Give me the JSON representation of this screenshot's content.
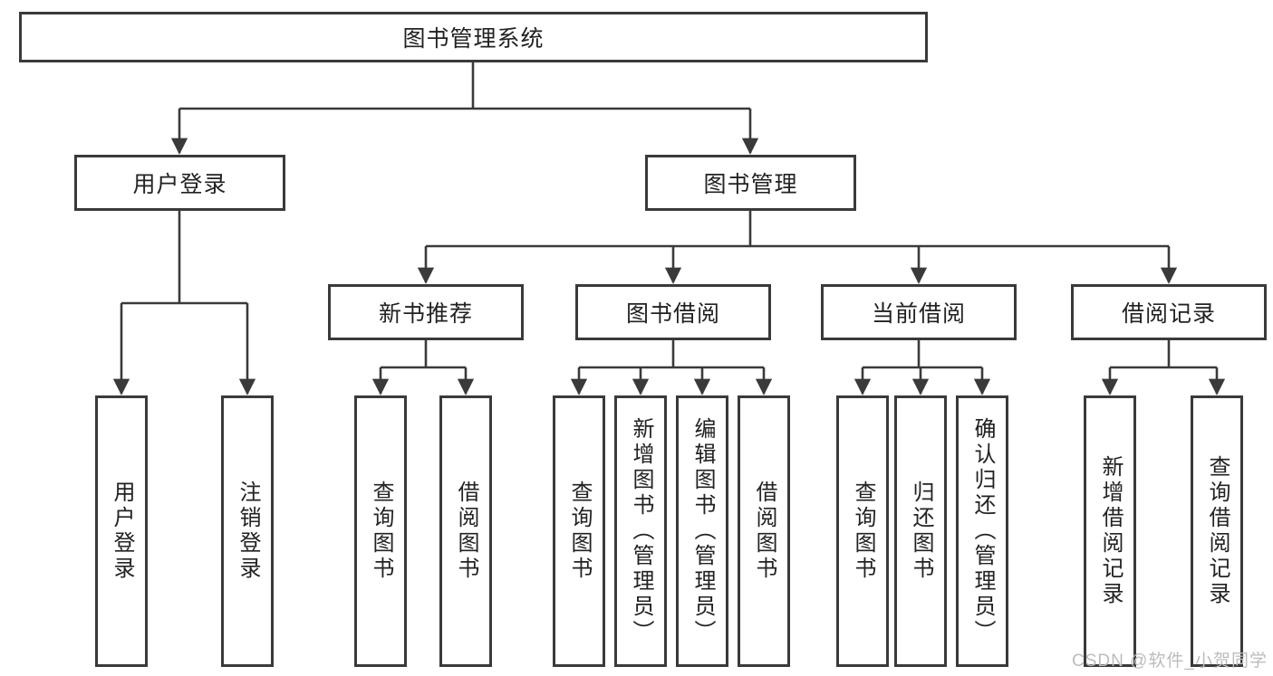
{
  "tree": {
    "label": "图书管理系统",
    "children": [
      {
        "label": "用户登录",
        "children": [
          {
            "label": "用户登录"
          },
          {
            "label": "注销登录"
          }
        ]
      },
      {
        "label": "图书管理",
        "children": [
          {
            "label": "新书推荐",
            "children": [
              {
                "label": "查询图书"
              },
              {
                "label": "借阅图书"
              }
            ]
          },
          {
            "label": "图书借阅",
            "children": [
              {
                "label": "查询图书"
              },
              {
                "label": "新增图书（管理员）"
              },
              {
                "label": "编辑图书（管理员）"
              },
              {
                "label": "借阅图书"
              }
            ]
          },
          {
            "label": "当前借阅",
            "children": [
              {
                "label": "查询图书"
              },
              {
                "label": "归还图书"
              },
              {
                "label": "确认归还（管理员）"
              }
            ]
          },
          {
            "label": "借阅记录",
            "children": [
              {
                "label": "新增借阅记录"
              },
              {
                "label": "查询借阅记录"
              }
            ]
          }
        ]
      }
    ]
  },
  "watermark": {
    "text": "CSDN @软件_小贺同学"
  },
  "colors": {
    "line": "#3a3a3a",
    "text": "#222222",
    "box_background": "#ffffff",
    "page_background": "#ffffff",
    "watermark": "#bcbcbc"
  }
}
